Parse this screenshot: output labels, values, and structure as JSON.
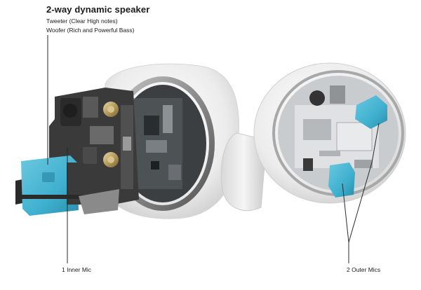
{
  "speaker": {
    "title": "2-way dynamic speaker",
    "tweeter": "Tweeter (Clear High notes)",
    "woofer": "Woofer (Rich and Powerful Bass)"
  },
  "labels": {
    "inner_mic": "1 Inner Mic",
    "outer_mics": "2 Outer Mics"
  },
  "colors": {
    "mic_accent": "#3fb0cf",
    "shell": "#f4f4f4",
    "dark_parts": "#3a3a3a",
    "board": "#cfd2d4"
  }
}
